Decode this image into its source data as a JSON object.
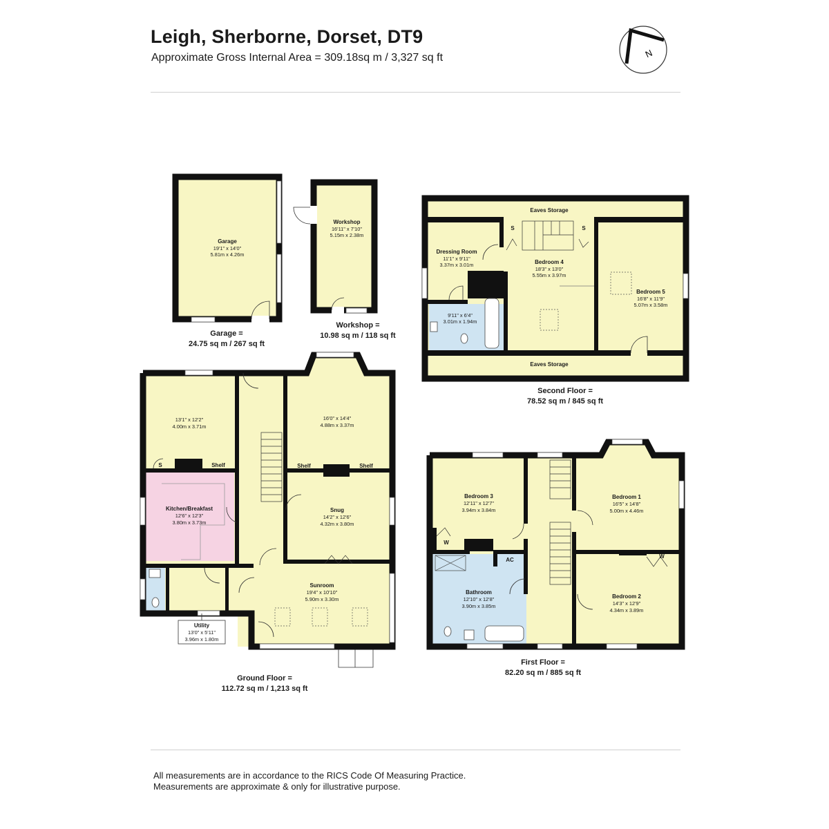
{
  "header": {
    "title": "Leigh, Sherborne, Dorset, DT9",
    "subtitle": "Approximate Gross Internal Area = 309.18sq m / 3,327 sq ft",
    "compass_letter": "N"
  },
  "colors": {
    "wall": "#111111",
    "room_fill": "#f8f6c4",
    "kitchen_fill": "#f6d3e3",
    "bathroom_fill": "#cfe4f2"
  },
  "outbuildings": {
    "garage": {
      "name": "Garage",
      "imperial": "19'1\" x 14'0\"",
      "metric": "5.81m x 4.26m",
      "area_line1": "Garage =",
      "area_line2": "24.75 sq m / 267 sq ft"
    },
    "workshop": {
      "name": "Workshop",
      "imperial": "16'11\" x 7'10\"",
      "metric": "5.15m x 2.38m",
      "area_line1": "Workshop =",
      "area_line2": "10.98 sq m / 118 sq ft"
    }
  },
  "second_floor": {
    "eaves_top": "Eaves Storage",
    "eaves_bottom": "Eaves Storage",
    "storage_label": "S",
    "dressing_room": {
      "name": "Dressing Room",
      "imperial": "11'1\" x 9'11\"",
      "metric": "3.37m x 3.01m"
    },
    "shower_room": {
      "imperial": "9'11\" x 6'4\"",
      "metric": "3.01m x 1.94m"
    },
    "bedroom4": {
      "name": "Bedroom 4",
      "imperial": "18'3\" x 13'0\"",
      "metric": "5.55m x 3.97m"
    },
    "bedroom5": {
      "name": "Bedroom 5",
      "imperial": "16'8\" x 11'9\"",
      "metric": "5.07m x 3.58m"
    },
    "area_line1": "Second Floor =",
    "area_line2": "78.52 sq m / 845 sq ft"
  },
  "ground_floor": {
    "dining": {
      "imperial": "13'1\" x 12'2\"",
      "metric": "4.00m x 3.71m"
    },
    "sitting": {
      "imperial": "16'0\" x 14'4\"",
      "metric": "4.88m x 3.37m"
    },
    "shelf_label": "Shelf",
    "storage_label": "S",
    "kitchen": {
      "name": "Kitchen/Breakfast",
      "imperial": "12'6\" x 12'3\"",
      "metric": "3.80m x 3.73m"
    },
    "snug": {
      "name": "Snug",
      "imperial": "14'2\" x 12'6\"",
      "metric": "4.32m x 3.80m"
    },
    "sunroom": {
      "name": "Sunroom",
      "imperial": "19'4\" x 10'10\"",
      "metric": "5.90m x 3.30m"
    },
    "utility": {
      "name": "Utility",
      "imperial": "13'0\" x 5'11\"",
      "metric": "3.96m x 1.80m"
    },
    "area_line1": "Ground Floor =",
    "area_line2": "112.72 sq m / 1,213 sq ft"
  },
  "first_floor": {
    "bedroom3": {
      "name": "Bedroom 3",
      "imperial": "12'11\" x 12'7\"",
      "metric": "3.94m x 3.84m"
    },
    "bedroom1": {
      "name": "Bedroom 1",
      "imperial": "16'5\" x 14'8\"",
      "metric": "5.00m x 4.46m"
    },
    "bedroom2": {
      "name": "Bedroom 2",
      "imperial": "14'3\" x 12'9\"",
      "metric": "4.34m x 3.89m"
    },
    "bathroom": {
      "name": "Bathroom",
      "imperial": "12'10\" x 12'8\"",
      "metric": "3.90m x 3.85m"
    },
    "wardrobe_label": "W",
    "ac_label": "AC",
    "area_line1": "First Floor =",
    "area_line2": "82.20 sq m / 885 sq ft"
  },
  "footer": {
    "line1": "All measurements are in accordance to the RICS Code Of Measuring Practice.",
    "line2": "Measurements are approximate & only for illustrative purpose."
  }
}
